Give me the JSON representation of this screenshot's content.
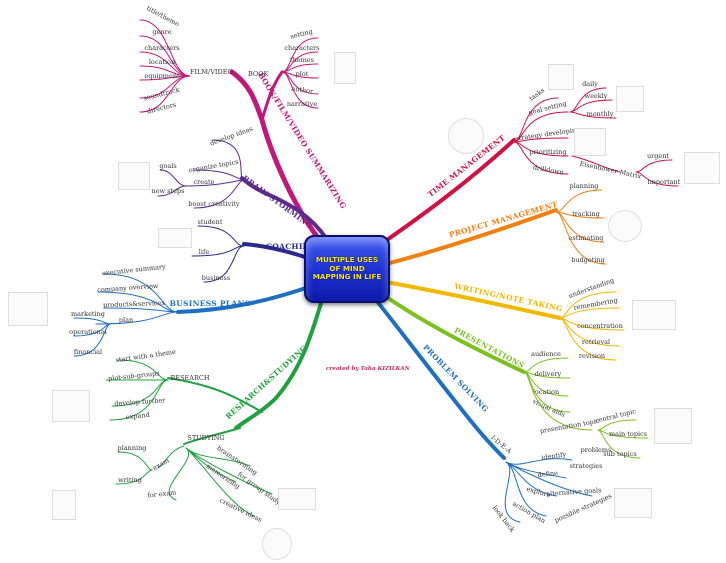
{
  "center": {
    "title": "MULTIPLE USES OF MIND MAPPING IN LIFE"
  },
  "credit": "created by Taha KIZILKAN",
  "branches": {
    "book_film": {
      "label": "BOOK/FILM/VIDEO SUMMARIZING",
      "color": "#c2187a",
      "film_video": {
        "label": "FILM/VIDEO",
        "items": [
          "title/theme",
          "genre",
          "characters",
          "location",
          "equipment",
          "soundtrack",
          "directors"
        ]
      },
      "book": {
        "label": "BOOK",
        "items": [
          "setting",
          "characters",
          "themes",
          "plot",
          "author",
          "narrative"
        ]
      }
    },
    "brainstorming": {
      "label": "BRAIN STORMING",
      "color": "#5b2a8c",
      "items": [
        "develop ideas",
        "organize topics",
        "create",
        "boost creativity"
      ],
      "goals": "goals",
      "new_steps": "new steps"
    },
    "coaching": {
      "label": "COACHING",
      "color": "#2a2a8c",
      "items": [
        "student",
        "life",
        "business"
      ]
    },
    "business": {
      "label": "BUSINESS PLANS",
      "color": "#1e6fc2",
      "items": [
        "executive summary",
        "company overview",
        "products&services",
        "plan"
      ],
      "plan_items": [
        "marketing",
        "operational",
        "financial"
      ]
    },
    "research": {
      "label": "RESEARCH&STUDYING",
      "color": "#20a040",
      "research": {
        "label": "RESEARCH",
        "items": [
          "start with a theme",
          "plot-sub-groups",
          "develop further",
          "expand"
        ]
      },
      "studying": {
        "label": "STUDYING",
        "exam_label": "exam",
        "exam_items": [
          "planning",
          "writing"
        ],
        "items": [
          "brainstorming",
          "memorizing",
          "for exam",
          "for group study",
          "creative ideas"
        ]
      }
    },
    "problem": {
      "label": "PROBLEM SOLVING",
      "color": "#1e6fc2",
      "idea": {
        "label": "I-D-E-A",
        "items": [
          "identify",
          "define",
          "explore",
          "alternative goals",
          "action plan",
          "look back"
        ],
        "extra": [
          "problems",
          "strategies",
          "possible strategies"
        ]
      }
    },
    "presentations": {
      "label": "PRESENTATIONS",
      "color": "#7cc020",
      "items": [
        "audience",
        "delivery",
        "location",
        "visual aids",
        "presentation topic"
      ],
      "topic_items": [
        "central topic",
        "main topics",
        "sub topics"
      ]
    },
    "writing": {
      "label": "WRITING/NOTE TAKING",
      "color": "#f0b800",
      "items": [
        "understanding",
        "remembering",
        "concentration",
        "retrieval",
        "revision"
      ]
    },
    "project": {
      "label": "PROJECT MANAGEMENT",
      "color": "#f08010",
      "items": [
        "planning",
        "tracking",
        "estimating",
        "budgeting"
      ]
    },
    "time": {
      "label": "TIME MANAGEMENT",
      "color": "#d01040",
      "items": [
        "tasks",
        "goal setting",
        "strategy developing",
        "prioritizing",
        "drilldown"
      ],
      "goal_items": [
        "daily",
        "weekly",
        "monthly"
      ],
      "eisenhower": "Eisenhower Matrix",
      "eis_items": [
        "urgent",
        "important"
      ]
    }
  }
}
